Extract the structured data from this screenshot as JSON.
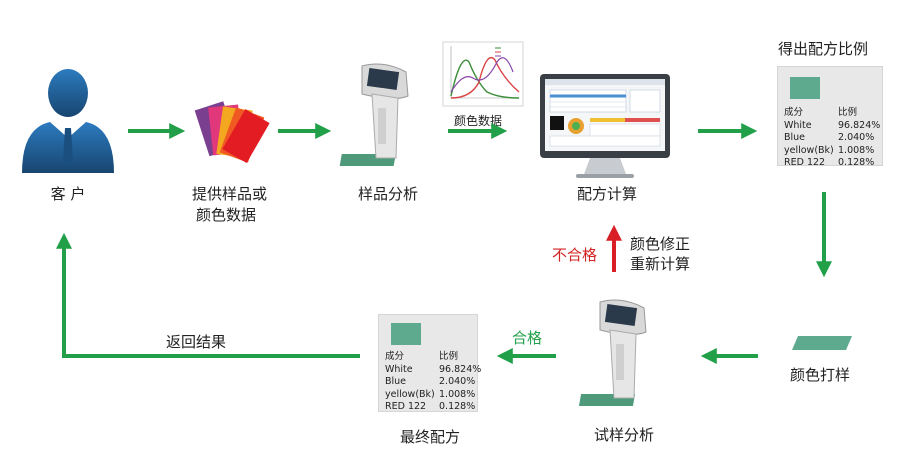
{
  "nodes": {
    "customer": "客 户",
    "provide_line1": "提供样品或",
    "provide_line2": "颜色数据",
    "sample_analysis": "样品分析",
    "color_data": "颜色数据",
    "formula_calc": "配方计算",
    "get_ratio": "得出配方比例",
    "color_swatch": "颜色打样",
    "trial_analysis": "试样分析",
    "final_formula": "最终配方",
    "return_result": "返回结果",
    "pass": "合格",
    "fail": "不合格",
    "correction_line1": "颜色修正",
    "correction_line2": "重新计算"
  },
  "ratio_table": {
    "header": [
      "成分",
      "比例"
    ],
    "rows": [
      [
        "White",
        "96.824%"
      ],
      [
        "Blue",
        "2.040%"
      ],
      [
        "yellow(Bk)",
        "1.008%"
      ],
      [
        "RED 122",
        "0.128%"
      ]
    ]
  },
  "colors": {
    "arrow_green": "#22a049",
    "arrow_red": "#d81f26",
    "swatch": "#5daa8f",
    "person_blue": "#1f5f96"
  }
}
